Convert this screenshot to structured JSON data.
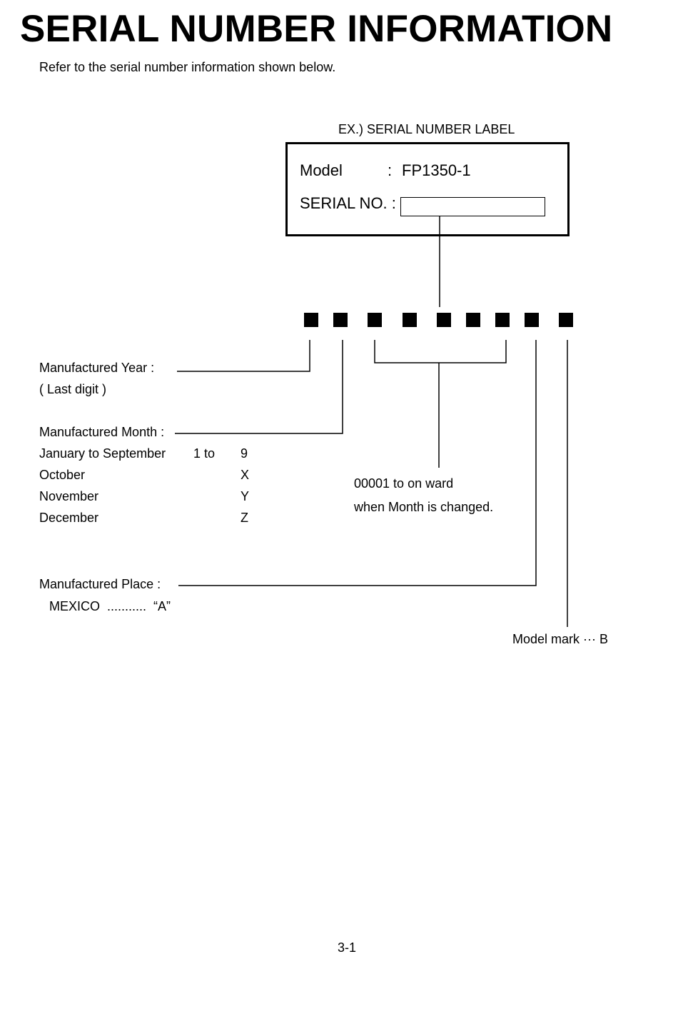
{
  "page": {
    "title": "SERIAL NUMBER INFORMATION",
    "subtitle": "Refer to the serial number information shown below.",
    "page_number": "3-1"
  },
  "label": {
    "caption": "EX.) SERIAL NUMBER LABEL",
    "model_label": "Model",
    "model_separator": ":",
    "model_value": "FP1350-1",
    "serial_label": "SERIAL NO. :"
  },
  "serial_format": {
    "digit_count": 9
  },
  "year": {
    "label": "Manufactured Year :",
    "note": "( Last digit )"
  },
  "month": {
    "label": "Manufactured Month :",
    "rows": [
      {
        "name": "January to September",
        "range": "1 to",
        "code": "9"
      },
      {
        "name": "October",
        "range": "",
        "code": "X"
      },
      {
        "name": "November",
        "range": "",
        "code": "Y"
      },
      {
        "name": "December",
        "range": "",
        "code": "Z"
      }
    ]
  },
  "sequence": {
    "line1": "00001 to on ward",
    "line2": "when Month is changed."
  },
  "place": {
    "label": "Manufactured Place :",
    "value": "MEXICO  ...........  “A”"
  },
  "model_mark": {
    "text": "Model mark ··· B"
  }
}
